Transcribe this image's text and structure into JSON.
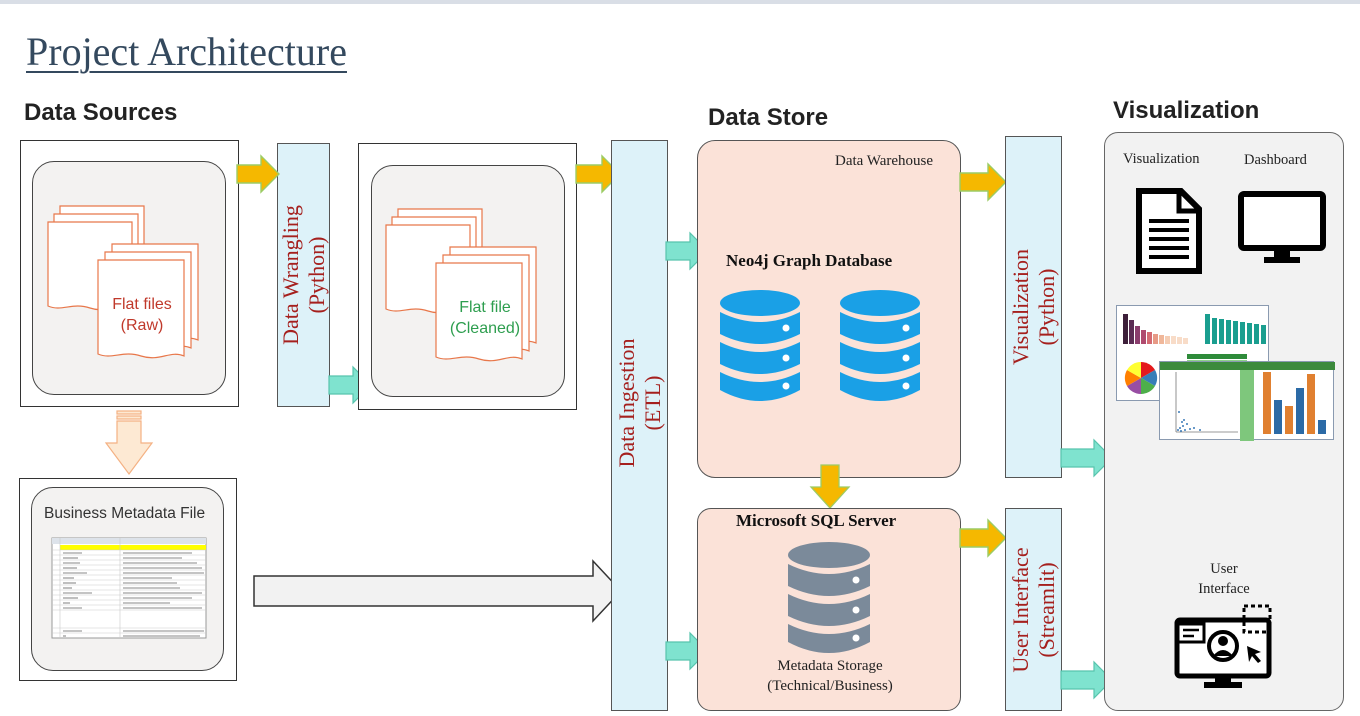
{
  "title": "Project Architecture",
  "sections": {
    "data_sources": "Data Sources",
    "data_store": "Data Store",
    "visualization": "Visualization"
  },
  "flat_raw": {
    "line1": "Flat files",
    "line2": "(Raw)"
  },
  "flat_clean": {
    "line1": "Flat file",
    "line2": "(Cleaned)"
  },
  "metadata_file": {
    "title": "Business Metadata File"
  },
  "wrangling": {
    "line1": "Data Wrangling",
    "line2": "(Python)"
  },
  "ingestion": {
    "line1": "Data Ingestion",
    "line2": "(ETL)"
  },
  "warehouse": {
    "label": "Data Warehouse",
    "neo4j": "Neo4j Graph Database"
  },
  "sql": {
    "title": "Microsoft SQL Server",
    "line1": "Metadata Storage",
    "line2": "(Technical/Business)"
  },
  "viz_bar": {
    "line1": "Visualization",
    "line2": "(Python)"
  },
  "ui_bar": {
    "line1": "User Interface",
    "line2": "(Streamlit)"
  },
  "viz_panel": {
    "visualization": "Visualization",
    "dashboard": "Dashboard",
    "ui_line1": "User",
    "ui_line2": "Interface"
  },
  "colors": {
    "title": "#34495e",
    "accent_red": "#a5201e",
    "arrow_gold": "#f5b800",
    "arrow_teal": "#7fe3cf",
    "db_blue": "#1aa0e6",
    "db_grey": "#7b8a9a"
  }
}
